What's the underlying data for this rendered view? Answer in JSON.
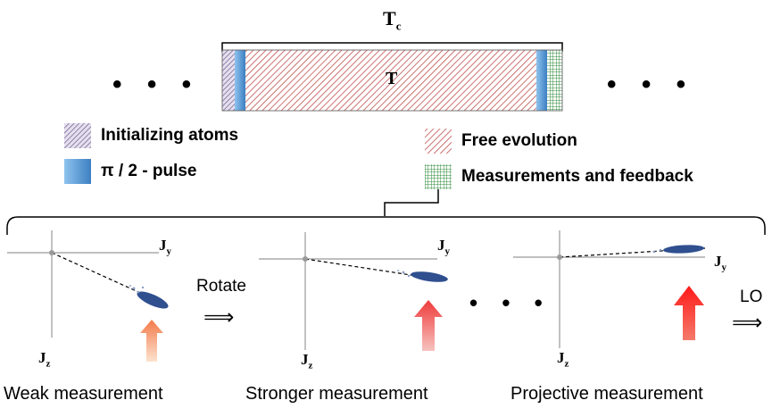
{
  "timeline": {
    "cycle_label": "T",
    "cycle_label_sub": "c",
    "period_label": "T",
    "left_ellipsis": "• • •",
    "right_ellipsis": "• • •"
  },
  "legend": {
    "init": "Initializing atoms",
    "pulse": "π / 2 - pulse",
    "free": "Free evolution",
    "measure": "Measurements and feedback"
  },
  "panels": [
    {
      "caption": "Weak measurement",
      "y_axis": "J",
      "y_sub": "y",
      "z_axis": "J",
      "z_sub": "z"
    },
    {
      "caption": "Stronger measurement",
      "y_axis": "J",
      "y_sub": "y",
      "z_axis": "J",
      "z_sub": "z"
    },
    {
      "caption": "Projective measurement",
      "y_axis": "J",
      "y_sub": "y",
      "z_axis": "J",
      "z_sub": "z"
    }
  ],
  "transitions": {
    "rotate": "Rotate",
    "arrow": "⟹",
    "middle_ellipsis": "• • •",
    "lo": "LO"
  },
  "colors": {
    "pulse": "#5b9bd5",
    "measure_grid": "#2e8b3a",
    "hatch_free": "#c0504d",
    "hatch_init": "#6a5a8c",
    "spin_cloud": "#2f4f8f",
    "feedback_arrow_weak": "#f4a57a",
    "feedback_arrow_strong": "#ee2222"
  }
}
